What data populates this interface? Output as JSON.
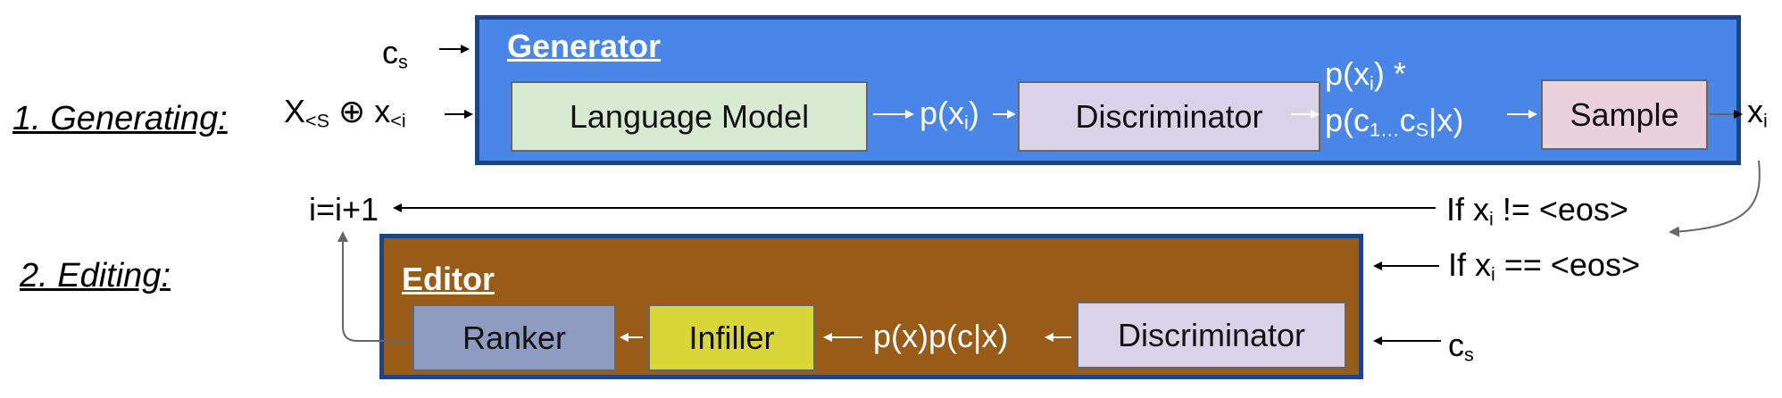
{
  "stages": {
    "generating": "1. Generating:",
    "editing": "2. Editing:"
  },
  "inputs": {
    "cs": {
      "base": "c",
      "sub": "s"
    },
    "context": {
      "x_base": "X",
      "x_sub": "<S",
      "oplus": "⊕",
      "xi_base": "x",
      "xi_sub": "<i"
    }
  },
  "generator": {
    "title": "Generator",
    "language_model": "Language Model",
    "p_xi": {
      "pre": "p(x",
      "sub": "i",
      "post": ")"
    },
    "discriminator": "Discriminator",
    "product_line1": {
      "pre": "p(x",
      "sub": "i",
      "post": ") *"
    },
    "product_line2": {
      "pre": "p(c",
      "sub1": "1…",
      "mid": "c",
      "sub2": "S",
      "post": "|x)"
    },
    "sample": "Sample",
    "output": {
      "base": "x",
      "sub": "i"
    }
  },
  "loop": {
    "increment": "i=i+1",
    "cond_continue": {
      "pre": "If x",
      "sub": "i",
      "post": " != <eos>"
    },
    "cond_end": {
      "pre": "If x",
      "sub": "i",
      "post": " == <eos>"
    }
  },
  "editor": {
    "title": "Editor",
    "ranker": "Ranker",
    "infiller": "Infiller",
    "prob": "p(x)p(c|x)",
    "discriminator": "Discriminator",
    "cs": {
      "base": "c",
      "sub": "s"
    }
  },
  "colors": {
    "generator_bg": "#4a86e8",
    "editor_bg": "#995c18",
    "panel_border": "#1c4587",
    "lm_box": "#d9ead3",
    "disc_box": "#d9d2e9",
    "sample_box": "#ead1dc",
    "ranker_box": "#8e9cc2",
    "infiller_box": "#d9d63a"
  }
}
